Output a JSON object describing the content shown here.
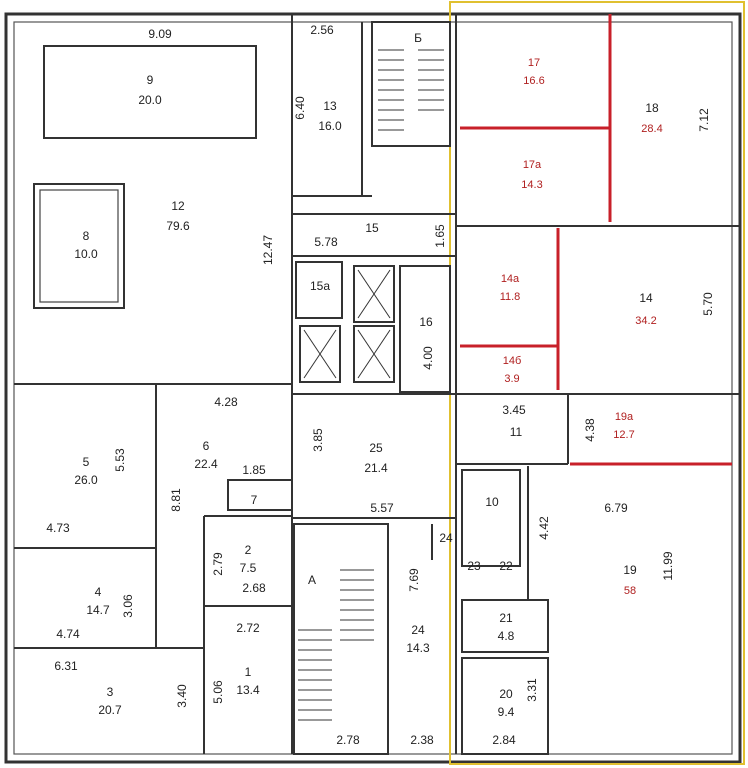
{
  "rooms": [
    {
      "id": "room-9",
      "num": "9",
      "area": "20.0"
    },
    {
      "id": "room-8",
      "num": "8",
      "area": "10.0"
    },
    {
      "id": "room-12",
      "num": "12",
      "area": "79.6"
    },
    {
      "id": "room-13",
      "num": "13",
      "area": "16.0"
    },
    {
      "id": "room-15",
      "num": "15",
      "area": ""
    },
    {
      "id": "room-15a",
      "num": "15а",
      "area": ""
    },
    {
      "id": "room-16",
      "num": "16",
      "area": ""
    },
    {
      "id": "room-25",
      "num": "25",
      "area": "21.4"
    },
    {
      "id": "room-5",
      "num": "5",
      "area": "26.0"
    },
    {
      "id": "room-6",
      "num": "6",
      "area": "22.4"
    },
    {
      "id": "room-7",
      "num": "7",
      "area": ""
    },
    {
      "id": "room-4",
      "num": "4",
      "area": "14.7"
    },
    {
      "id": "room-2",
      "num": "2",
      "area": "7.5"
    },
    {
      "id": "room-3",
      "num": "3",
      "area": "20.7"
    },
    {
      "id": "room-1",
      "num": "1",
      "area": "13.4"
    },
    {
      "id": "room-24",
      "num": "24",
      "area": "14.3"
    },
    {
      "id": "room-11",
      "num": "11",
      "area": ""
    },
    {
      "id": "room-10",
      "num": "10",
      "area": ""
    },
    {
      "id": "room-21",
      "num": "21",
      "area": "4.8"
    },
    {
      "id": "room-20",
      "num": "20",
      "area": "9.4"
    },
    {
      "id": "room-17",
      "num": "17",
      "area": "16.6"
    },
    {
      "id": "room-18",
      "num": "18",
      "area": "28.4"
    },
    {
      "id": "room-17a",
      "num": "17а",
      "area": "14.3"
    },
    {
      "id": "room-14a",
      "num": "14а",
      "area": "11.8"
    },
    {
      "id": "room-14",
      "num": "14",
      "area": "34.2"
    },
    {
      "id": "room-14b",
      "num": "14б",
      "area": "3.9"
    },
    {
      "id": "room-19a",
      "num": "19а",
      "area": "12.7"
    },
    {
      "id": "room-19",
      "num": "19",
      "area": "58"
    },
    {
      "id": "room-22",
      "num": "22",
      "area": ""
    },
    {
      "id": "room-23",
      "num": "23",
      "area": ""
    },
    {
      "id": "room-24s",
      "num": "24",
      "area": ""
    }
  ],
  "stairs": {
    "b": "Б",
    "a": "А"
  },
  "dims": {
    "d909": "9.09",
    "d256": "2.56",
    "d640": "6.40",
    "d1247": "12.47",
    "d578": "5.78",
    "d165": "1.65",
    "d400": "4.00",
    "d428": "4.28",
    "d385": "3.85",
    "d553": "5.53",
    "d881": "8.81",
    "d185": "1.85",
    "d473": "4.73",
    "d557": "5.57",
    "d306": "3.06",
    "d279": "2.79",
    "d268": "2.68",
    "d769": "7.69",
    "d474": "4.74",
    "d272": "2.72",
    "d631": "6.31",
    "d340": "3.40",
    "d506": "5.06",
    "d278": "2.78",
    "d238": "2.38",
    "d712": "7.12",
    "d570": "5.70",
    "d345": "3.45",
    "d438": "4.38",
    "d442": "4.42",
    "d679": "6.79",
    "d1199": "11.99",
    "d331": "3.31",
    "d284": "2.84"
  }
}
